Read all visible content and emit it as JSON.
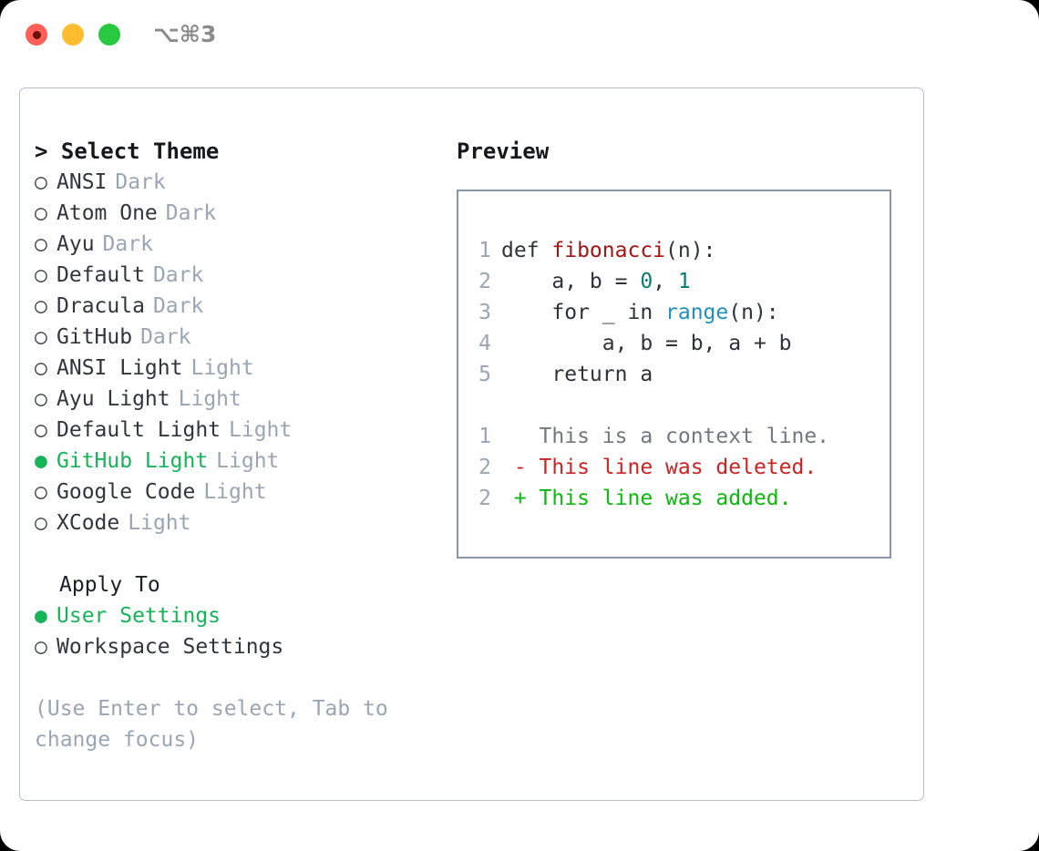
{
  "titlebar": {
    "shortcut": "⌥⌘3",
    "lights": [
      {
        "name": "close",
        "color": "#ff5f57"
      },
      {
        "name": "minimize",
        "color": "#febc2e"
      },
      {
        "name": "maximize",
        "color": "#28c840"
      }
    ]
  },
  "left": {
    "title": "> Select Theme",
    "themes": [
      {
        "label": "ANSI",
        "tag": "Dark",
        "selected": false
      },
      {
        "label": "Atom One",
        "tag": "Dark",
        "selected": false
      },
      {
        "label": "Ayu",
        "tag": "Dark",
        "selected": false
      },
      {
        "label": "Default",
        "tag": "Dark",
        "selected": false
      },
      {
        "label": "Dracula",
        "tag": "Dark",
        "selected": false
      },
      {
        "label": "GitHub",
        "tag": "Dark",
        "selected": false
      },
      {
        "label": "ANSI Light",
        "tag": "Light",
        "selected": false
      },
      {
        "label": "Ayu Light",
        "tag": "Light",
        "selected": false
      },
      {
        "label": "Default Light",
        "tag": "Light",
        "selected": false
      },
      {
        "label": "GitHub Light",
        "tag": "Light",
        "selected": true
      },
      {
        "label": "Google Code",
        "tag": "Light",
        "selected": false
      },
      {
        "label": "XCode",
        "tag": "Light",
        "selected": false
      }
    ],
    "apply_to": {
      "title": "Apply To",
      "options": [
        {
          "label": "User Settings",
          "selected": true
        },
        {
          "label": "Workspace Settings",
          "selected": false
        }
      ]
    },
    "hint": "(Use Enter to select, Tab to change focus)",
    "bullet_selected": "●",
    "bullet_unselected": "○"
  },
  "right": {
    "title": "Preview",
    "code": [
      {
        "ln": "1",
        "tokens": [
          {
            "t": "def ",
            "c": "tok-def"
          },
          {
            "t": "fibonacci",
            "c": "tok-fn"
          },
          {
            "t": "(n):",
            "c": "tok-plain"
          }
        ]
      },
      {
        "ln": "2",
        "tokens": [
          {
            "t": "    a, b = ",
            "c": "tok-plain"
          },
          {
            "t": "0",
            "c": "tok-num"
          },
          {
            "t": ", ",
            "c": "tok-plain"
          },
          {
            "t": "1",
            "c": "tok-num"
          }
        ]
      },
      {
        "ln": "3",
        "tokens": [
          {
            "t": "    for _ in ",
            "c": "tok-plain"
          },
          {
            "t": "range",
            "c": "tok-builtin"
          },
          {
            "t": "(n):",
            "c": "tok-plain"
          }
        ]
      },
      {
        "ln": "4",
        "tokens": [
          {
            "t": "        a, b = b, a + b",
            "c": "tok-plain"
          }
        ]
      },
      {
        "ln": "5",
        "tokens": [
          {
            "t": "    return a",
            "c": "tok-plain"
          }
        ]
      }
    ],
    "diff": [
      {
        "ln": "1",
        "marker": " ",
        "text": "This is a context line.",
        "kind": "diff-ctx"
      },
      {
        "ln": "2",
        "marker": "-",
        "text": "This line was deleted.",
        "kind": "diff-del"
      },
      {
        "ln": "2",
        "marker": "+",
        "text": "This line was added.",
        "kind": "diff-add"
      }
    ]
  },
  "colors": {
    "accent_green": "#14b457",
    "diff_add": "#0cb70c",
    "diff_del": "#cc2222",
    "muted": "#9aa5b4",
    "keyword_fn": "#a31515",
    "number": "#0b7a72",
    "builtin": "#1f8fc0"
  }
}
